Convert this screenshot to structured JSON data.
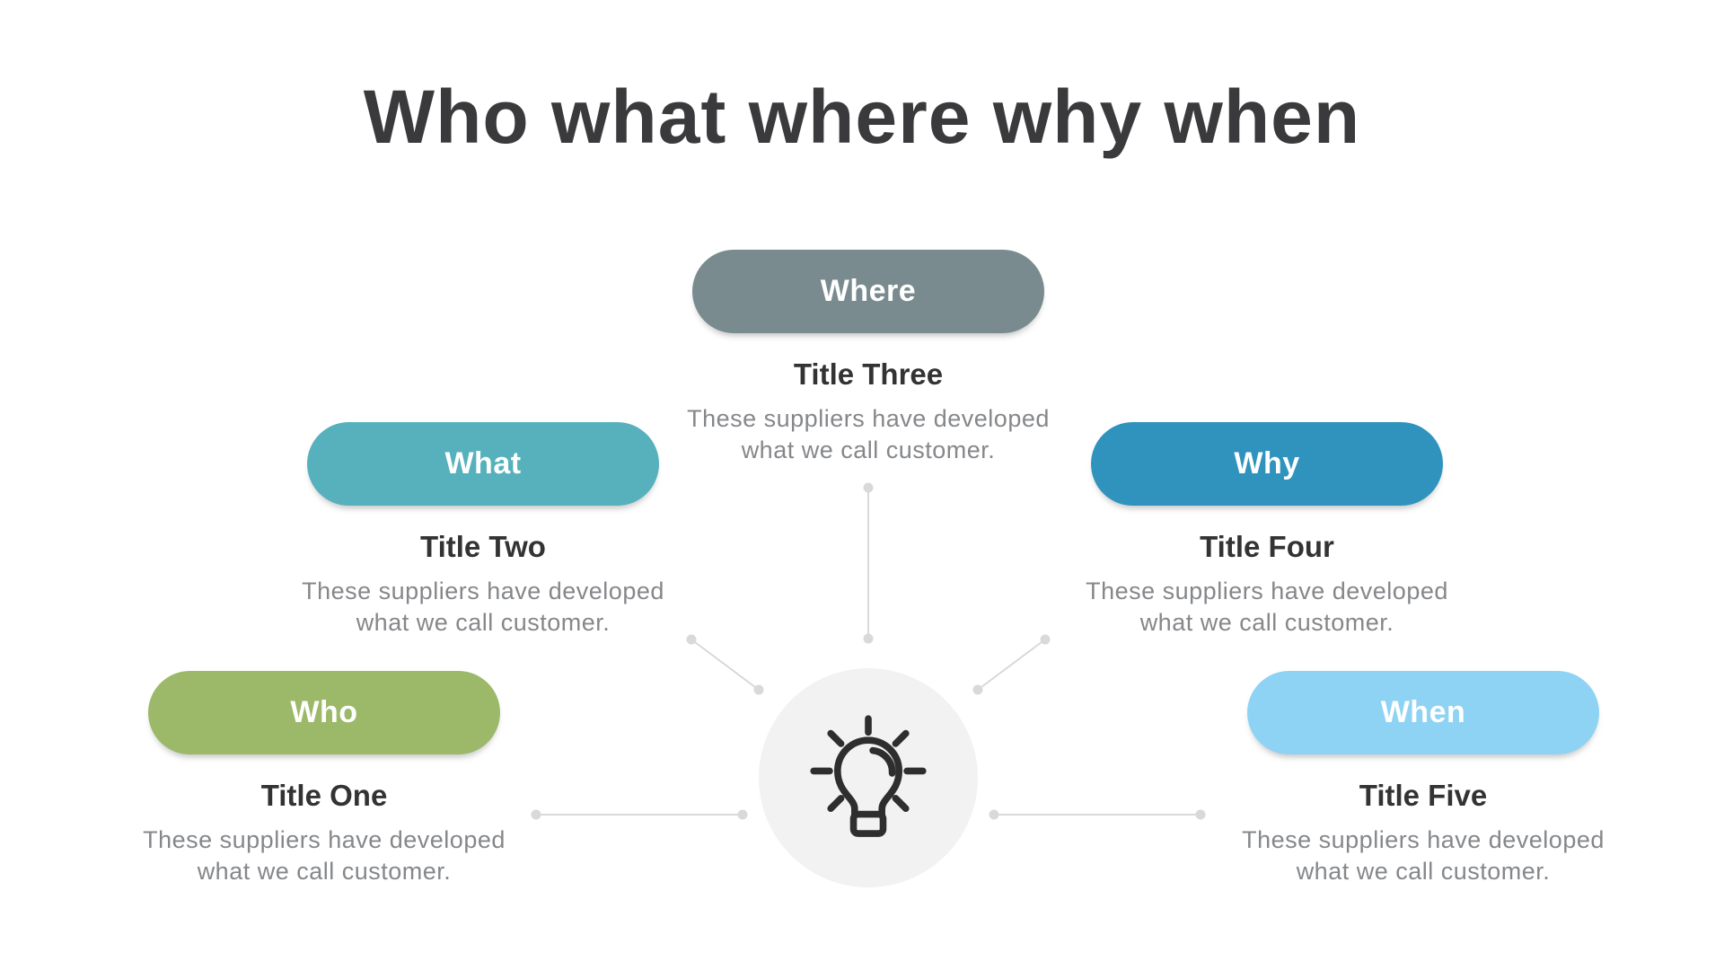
{
  "slide": {
    "title": "Who what where why when",
    "background_color": "#ffffff",
    "title_color": "#3a3a3c"
  },
  "items": [
    {
      "id": "who",
      "label": "Who",
      "title": "Title One",
      "description_lines": [
        "These suppliers have developed",
        "what we call customer."
      ],
      "color": "#9bb968"
    },
    {
      "id": "what",
      "label": "What",
      "title": "Title Two",
      "description_lines": [
        "These suppliers have developed",
        "what we call customer."
      ],
      "color": "#57b1bd"
    },
    {
      "id": "where",
      "label": "Where",
      "title": "Title Three",
      "description_lines": [
        "These suppliers have developed",
        "what we call customer."
      ],
      "color": "#798b8f"
    },
    {
      "id": "why",
      "label": "Why",
      "title": "Title Four",
      "description_lines": [
        "These suppliers have developed",
        "what we call customer."
      ],
      "color": "#3093be"
    },
    {
      "id": "when",
      "label": "When",
      "title": "Title Five",
      "description_lines": [
        "These suppliers have developed",
        "what we call customer."
      ],
      "color": "#8fd3f4"
    }
  ],
  "center": {
    "icon": "lightbulb-icon",
    "circle_color": "#f2f2f2",
    "icon_color": "#2e2e2e"
  },
  "connectors": {
    "color": "#d9d9d9"
  }
}
